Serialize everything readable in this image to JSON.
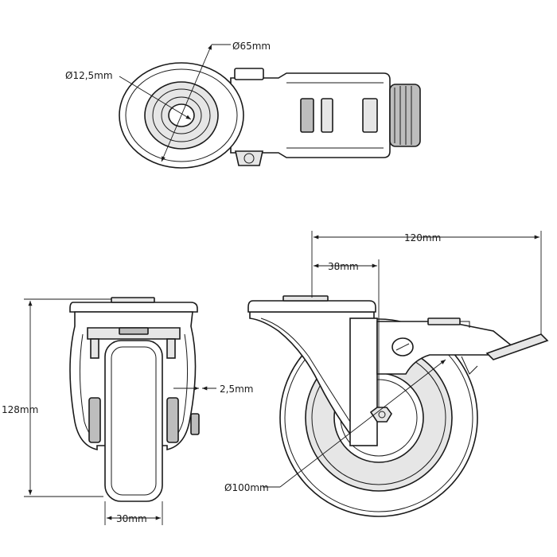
{
  "diagram": {
    "type": "technical-drawing",
    "subject": "swivel castor wheel with brake",
    "views": [
      "top-view",
      "front-view",
      "side-view"
    ],
    "colors": {
      "line": "#1a1a1a",
      "fill_light": "#e6e6e6",
      "fill_dark": "#bdbdbd",
      "background": "#ffffff"
    },
    "dimensions": {
      "plate_diameter": "Ø65mm",
      "bolt_hole_diameter": "Ø12,5mm",
      "total_width": "120mm",
      "offset": "38mm",
      "total_height": "128mm",
      "gap": "2,5mm",
      "wheel_diameter": "Ø100mm",
      "wheel_width": "30mm"
    }
  }
}
